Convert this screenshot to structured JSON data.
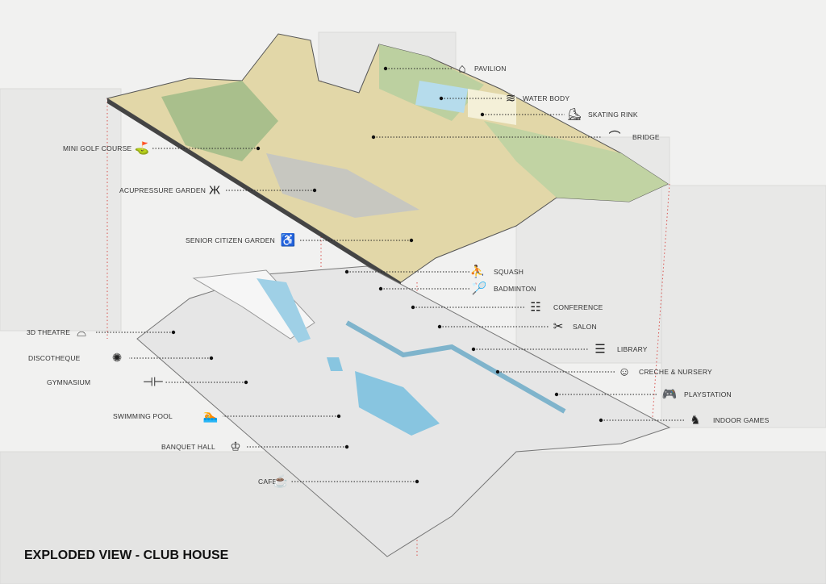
{
  "title": "EXPLODED VIEW - CLUB HOUSE",
  "labels": [
    {
      "text": "PAVILION",
      "icon": "pavilion-icon",
      "glyph": "⌂"
    },
    {
      "text": "WATER BODY",
      "icon": "water-waves-icon",
      "glyph": "≋"
    },
    {
      "text": "SKATING RINK",
      "icon": "roller-skate-icon",
      "glyph": "⛸"
    },
    {
      "text": "BRIDGE",
      "icon": "bridge-arch-icon",
      "glyph": "⌒"
    },
    {
      "text": "MINI GOLF COURSE",
      "icon": "golfer-icon",
      "glyph": "⛳"
    },
    {
      "text": "ACUPRESSURE GARDEN",
      "icon": "grass-icon",
      "glyph": "Ж"
    },
    {
      "text": "SENIOR CITIZEN GARDEN",
      "icon": "bench-icon",
      "glyph": "♿"
    },
    {
      "text": "SQUASH",
      "icon": "squash-players-icon",
      "glyph": "⛹"
    },
    {
      "text": "BADMINTON",
      "icon": "badminton-player-icon",
      "glyph": "🏸"
    },
    {
      "text": "CONFERENCE",
      "icon": "conference-table-icon",
      "glyph": "☷"
    },
    {
      "text": "SALON",
      "icon": "scissors-comb-icon",
      "glyph": "✂"
    },
    {
      "text": "LIBRARY",
      "icon": "books-icon",
      "glyph": "☰"
    },
    {
      "text": "CRECHE & NURSERY",
      "icon": "baby-icon",
      "glyph": "☺"
    },
    {
      "text": "PLAYSTATION",
      "icon": "gamepad-icon",
      "glyph": "🎮"
    },
    {
      "text": "INDOOR GAMES",
      "icon": "chess-pieces-icon",
      "glyph": "♞"
    },
    {
      "text": "3D THEATRE",
      "icon": "3d-glasses-icon",
      "glyph": "⌓"
    },
    {
      "text": "DISCOTHEQUE",
      "icon": "disco-ball-icon",
      "glyph": "✺"
    },
    {
      "text": "GYMNASIUM",
      "icon": "dumbbell-icon",
      "glyph": "⊣⊢"
    },
    {
      "text": "SWIMMING POOL",
      "icon": "swimmer-icon",
      "glyph": "🏊"
    },
    {
      "text": "BANQUET HALL",
      "icon": "dining-table-icon",
      "glyph": "♔"
    },
    {
      "text": "CAFE",
      "icon": "coffee-cup-icon",
      "glyph": "☕"
    }
  ]
}
